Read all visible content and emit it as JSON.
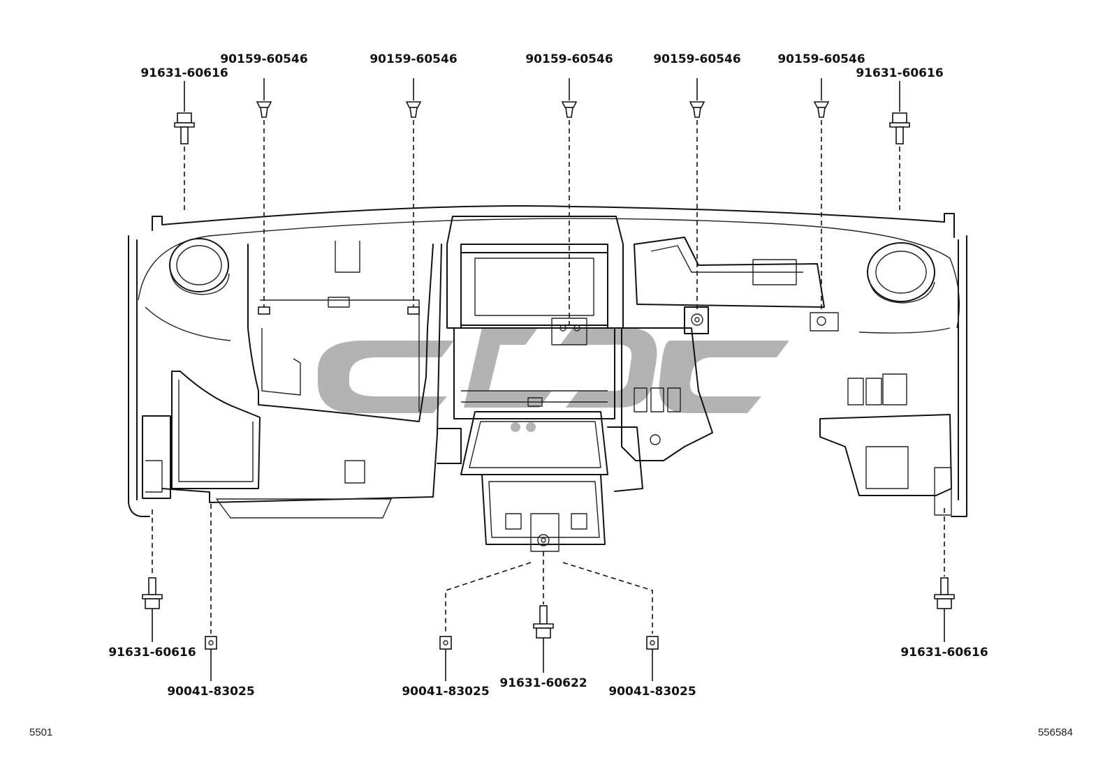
{
  "parts": {
    "p01": "91631-60616",
    "p02": "90159-60546",
    "p03": "90159-60546",
    "p04": "90159-60546",
    "p05": "90159-60546",
    "p06": "90159-60546",
    "p07": "91631-60616",
    "p08": "91631-60616",
    "p09": "90041-83025",
    "p10": "90041-83025",
    "p11": "91631-60622",
    "p12": "90041-83025",
    "p13": "91631-60616"
  },
  "footer": {
    "left_code": "5501",
    "right_code": "556584"
  }
}
